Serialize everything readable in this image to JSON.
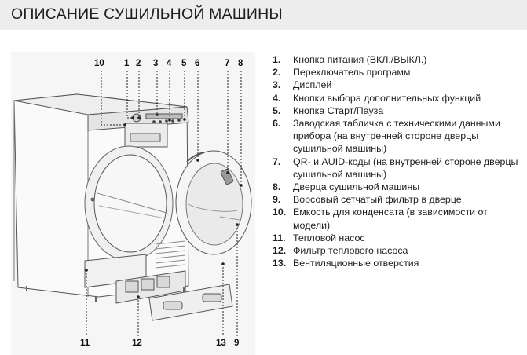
{
  "header": {
    "title": "ОПИСАНИЕ СУШИЛЬНОЙ МАШИНЫ"
  },
  "figure": {
    "callouts_top": [
      "10",
      "1",
      "2",
      "3",
      "4",
      "5",
      "6",
      "7",
      "8"
    ],
    "callouts_bottom": [
      "11",
      "12",
      "13",
      "9"
    ]
  },
  "legend": [
    {
      "num": "1.",
      "text": "Кнопка питания (ВКЛ./ВЫКЛ.)"
    },
    {
      "num": "2.",
      "text": "Переключатель программ"
    },
    {
      "num": "3.",
      "text": "Дисплей"
    },
    {
      "num": "4.",
      "text": "Кнопки выбора дополнительных функций"
    },
    {
      "num": "5.",
      "text": "Кнопка Старт/Пауза"
    },
    {
      "num": "6.",
      "text": "Заводская табличка с техническими данными прибора (на внутренней стороне дверцы сушильной машины)"
    },
    {
      "num": "7.",
      "text": "QR- и AUID-коды (на внутренней стороне дверцы сушильной машины)"
    },
    {
      "num": "8.",
      "text": "Дверца сушильной машины"
    },
    {
      "num": "9.",
      "text": "Ворсовый сетчатый фильтр в дверце"
    },
    {
      "num": "10.",
      "text": "Емкость для конденсата (в зависимости от модели)"
    },
    {
      "num": "11.",
      "text": "Тепловой насос"
    },
    {
      "num": "12.",
      "text": "Фильтр теплового насоса"
    },
    {
      "num": "13.",
      "text": "Вентиляционные отверстия"
    }
  ]
}
